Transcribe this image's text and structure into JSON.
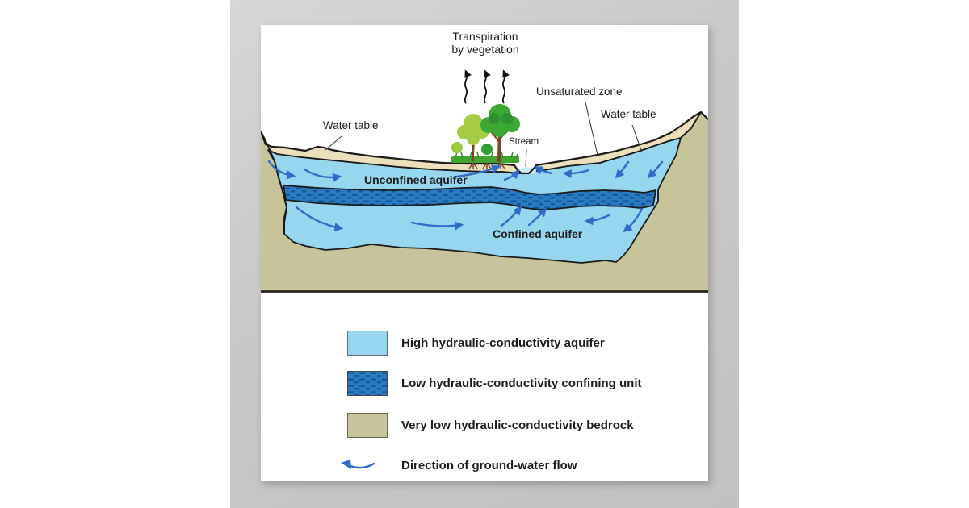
{
  "poster": {
    "labels": {
      "transpiration_line1": "Transpiration",
      "transpiration_line2": "by vegetation",
      "unsaturated_zone": "Unsaturated zone",
      "water_table_left": "Water table",
      "water_table_right": "Water table",
      "stream": "Stream",
      "unconfined_aquifer": "Unconfined aquifer",
      "confined_aquifer": "Confined aquifer"
    },
    "legend": {
      "items": [
        {
          "swatch": "light-blue-fill",
          "label": "High hydraulic-conductivity aquifer"
        },
        {
          "swatch": "blue-dashed-fill",
          "label": "Low hydraulic-conductivity confining unit"
        },
        {
          "swatch": "olive-fill",
          "label": "Very low hydraulic-conductivity bedrock"
        },
        {
          "swatch": "flow-arrow",
          "label": "Direction of ground-water flow"
        }
      ]
    },
    "colors": {
      "aquifer": "#96d6ef",
      "confining_unit": "#2a7cc0",
      "confining_unit_dash": "#15569e",
      "bedrock": "#c7c499",
      "unsaturated_zone": "#ecdfba",
      "stream_water": "#c6ecf6",
      "flow_arrow": "#2e6bcb",
      "outline": "#1a1a1a",
      "backdrop": "#c6c5c3"
    }
  }
}
